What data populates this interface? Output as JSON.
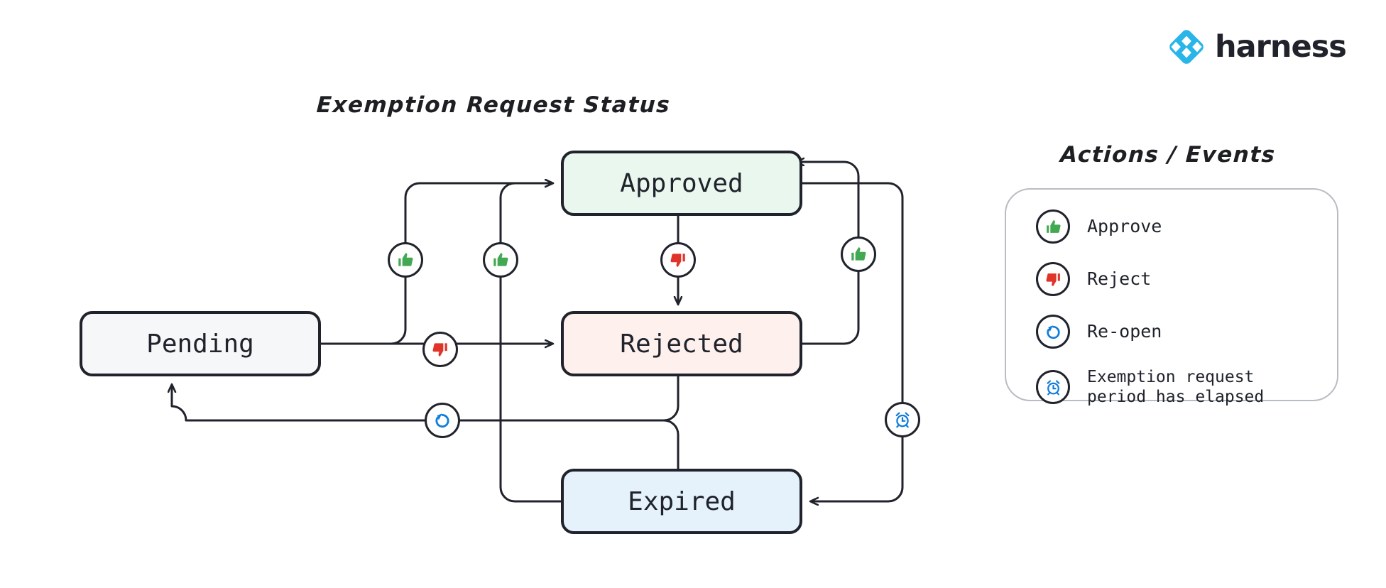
{
  "brand": {
    "name": "harness",
    "logo_icon": "harness-diamond-logo",
    "logo_color": "#29b5e8"
  },
  "diagram": {
    "title": "Exemption Request Status",
    "states": [
      {
        "id": "pending",
        "label": "Pending",
        "fill": "#f6f7f9"
      },
      {
        "id": "approved",
        "label": "Approved",
        "fill": "#e9f7ee"
      },
      {
        "id": "rejected",
        "label": "Rejected",
        "fill": "#fdf0ed"
      },
      {
        "id": "expired",
        "label": "Expired",
        "fill": "#e5f1fb"
      }
    ],
    "transitions": [
      {
        "from": "pending",
        "to": "approved",
        "action": "approve",
        "icon": "thumbs-up-icon"
      },
      {
        "from": "pending",
        "to": "rejected",
        "action": "reject",
        "icon": "thumbs-down-icon"
      },
      {
        "from": "approved",
        "to": "rejected",
        "action": "reject",
        "icon": "thumbs-down-icon"
      },
      {
        "from": "rejected",
        "to": "approved",
        "action": "approve",
        "icon": "thumbs-up-icon"
      },
      {
        "from": "expired",
        "to": "approved",
        "action": "approve",
        "icon": "thumbs-up-icon"
      },
      {
        "from": "approved",
        "to": "expired",
        "action": "expire",
        "icon": "alarm-clock-icon"
      },
      {
        "from": "rejected",
        "to": "pending",
        "action": "re-open",
        "icon": "reopen-icon"
      },
      {
        "from": "expired",
        "to": "pending",
        "action": "re-open",
        "icon": "reopen-icon"
      }
    ]
  },
  "legend": {
    "title": "Actions / Events",
    "items": [
      {
        "icon": "thumbs-up-icon",
        "label": "Approve",
        "color": "#3aa council"
      },
      {
        "icon": "thumbs-down-icon",
        "label": "Reject",
        "color": "#e0342a"
      },
      {
        "icon": "reopen-icon",
        "label": "Re-open",
        "color": "#0f7ddb"
      },
      {
        "icon": "alarm-clock-icon",
        "label": "Exemption request\nperiod has elapsed",
        "color": "#0f7ddb"
      }
    ]
  },
  "colors": {
    "approve_green": "#42a851",
    "reject_red": "#e0342a",
    "event_blue": "#0f7ddb",
    "stroke_dark": "#20232b"
  }
}
